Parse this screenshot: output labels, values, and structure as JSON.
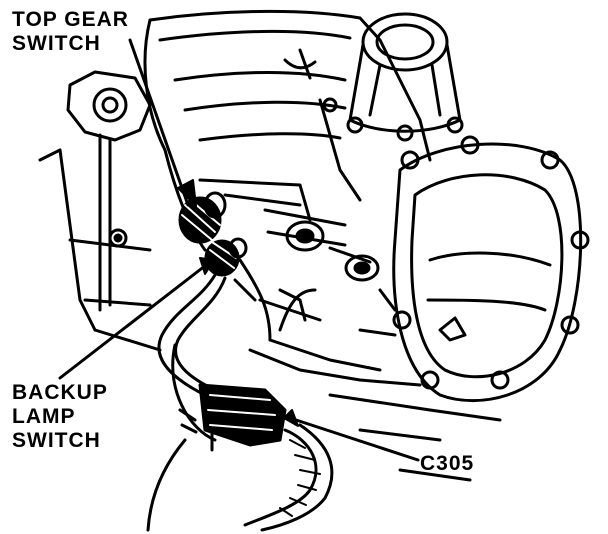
{
  "labels": {
    "top_gear_switch": [
      "TOP GEAR",
      "SWITCH"
    ],
    "backup_lamp_switch": [
      "BACKUP",
      "LAMP",
      "SWITCH"
    ],
    "connector": "C305"
  },
  "colors": {
    "ink": "#000000",
    "paper": "#ffffff"
  }
}
